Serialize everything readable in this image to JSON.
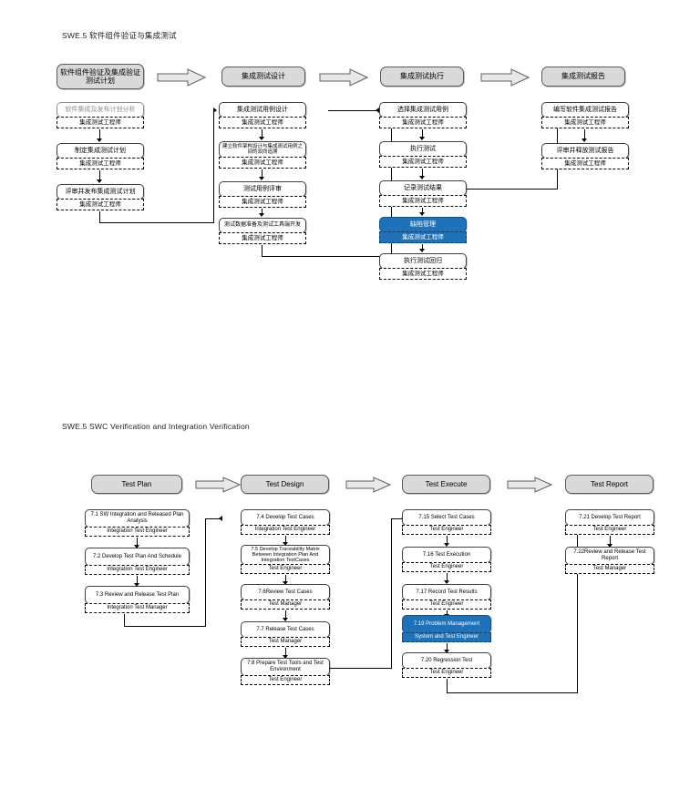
{
  "top_diagram": {
    "title": "SWE.5 软件组件验证与集成测试",
    "phases": [
      {
        "label": "软件组件验证及集成验证测试计划"
      },
      {
        "label": "集成测试设计"
      },
      {
        "label": "集成测试执行"
      },
      {
        "label": "集成测试报告"
      }
    ],
    "arrows": [
      "arrow-right-1",
      "arrow-right-2",
      "arrow-right-3"
    ],
    "columns": [
      {
        "name": "plan",
        "tasks": [
          {
            "task": "软件集成及发布计划分析",
            "role": "集成测试工程师",
            "style": "faded"
          },
          {
            "task": "制定集成测试计划",
            "role": "集成测试工程师",
            "style": "normal"
          },
          {
            "task": "评审并发布集成测试计划",
            "role": "集成测试工程师",
            "style": "normal"
          }
        ]
      },
      {
        "name": "design",
        "tasks": [
          {
            "task": "集成测试用例设计",
            "role": "集成测试工程师",
            "style": "normal"
          },
          {
            "task": "建立软件架构设计与集成测试用例之间的双向追溯",
            "role": "集成测试工程师",
            "style": "normal"
          },
          {
            "task": "测试用例评审",
            "role": "集成测试工程师",
            "style": "normal"
          },
          {
            "task": "测试数据准备及测试工具端开发",
            "role": "集成测试工程师",
            "style": "normal"
          }
        ]
      },
      {
        "name": "execute",
        "tasks": [
          {
            "task": "选择集成测试用例",
            "role": "集成测试工程师",
            "style": "normal"
          },
          {
            "task": "执行测试",
            "role": "集成测试工程师",
            "style": "normal"
          },
          {
            "task": "记录测试结果",
            "role": "集成测试工程师",
            "style": "normal"
          },
          {
            "task": "缺陷管理",
            "role": "集成测试工程师",
            "style": "highlight"
          },
          {
            "task": "执行测试回归",
            "role": "集成测试工程师",
            "style": "normal"
          }
        ]
      },
      {
        "name": "report",
        "tasks": [
          {
            "task": "编写软件集成测试报告",
            "role": "集成测试工程师",
            "style": "normal"
          },
          {
            "task": "评审并释放测试报告",
            "role": "集成测试工程师",
            "style": "normal"
          }
        ]
      }
    ]
  },
  "bottom_diagram": {
    "title": "SWE.5 SWC Verification and Integration Verification",
    "phases": [
      {
        "label": "Test Plan"
      },
      {
        "label": "Test Design"
      },
      {
        "label": "Test Execute"
      },
      {
        "label": "Test Report"
      }
    ],
    "arrows": [
      "arrow-right-1",
      "arrow-right-2",
      "arrow-right-3"
    ],
    "columns": [
      {
        "name": "test-plan",
        "tasks": [
          {
            "task": "7.1 SW Integration and Released Plan Analysis",
            "role": "Integration Test  Engineer",
            "style": "normal"
          },
          {
            "task": "7.2 Develop Test Plan And Schedule",
            "role": "Integration Test  Engineer",
            "style": "normal"
          },
          {
            "task": "7.3 Review and Release Test Plan",
            "role": "Integration  Test Manager",
            "style": "normal"
          }
        ]
      },
      {
        "name": "test-design",
        "tasks": [
          {
            "task": "7.4 Develop Test Cases",
            "role": "Integration Test Engineer",
            "style": "normal"
          },
          {
            "task": "7.5 Develop Traceability Matrix Between  Integration Plan And Integration  TestCases",
            "role": "Test Engineer",
            "style": "normal"
          },
          {
            "task": "7.6Review Test Cases",
            "role": "Test Manager",
            "style": "normal"
          },
          {
            "task": "7.7 Release Test Cases",
            "role": "Test Manager",
            "style": "normal"
          },
          {
            "task": "7.8 Prepare Test Tools and Test  Environment",
            "role": "Test Engineer",
            "style": "normal"
          }
        ]
      },
      {
        "name": "test-execute",
        "tasks": [
          {
            "task": "7.15 Select Test Cases",
            "role": "Test Engineer",
            "style": "normal"
          },
          {
            "task": "7.16 Test Execution",
            "role": "Test Engineer",
            "style": "normal"
          },
          {
            "task": "7.17 Record Test Results",
            "role": "Test Engineer",
            "style": "normal"
          },
          {
            "task": "7.19 Problem Management",
            "role": "System and Test Engineer",
            "style": "highlight"
          },
          {
            "task": "7.20 Regression Test",
            "role": "Test  Engineer",
            "style": "normal"
          }
        ]
      },
      {
        "name": "test-report",
        "tasks": [
          {
            "task": "7.21 Develop Test Report",
            "role": "Test Engineer",
            "style": "normal"
          },
          {
            "task": "7.22Review and Release Test Report",
            "role": "Test Manager",
            "style": "normal"
          }
        ]
      }
    ]
  },
  "colors": {
    "highlight": "#1f72b8",
    "phase_fill": "#d9d9d9",
    "line": "#000000",
    "faded_text": "#8d8d8d"
  }
}
